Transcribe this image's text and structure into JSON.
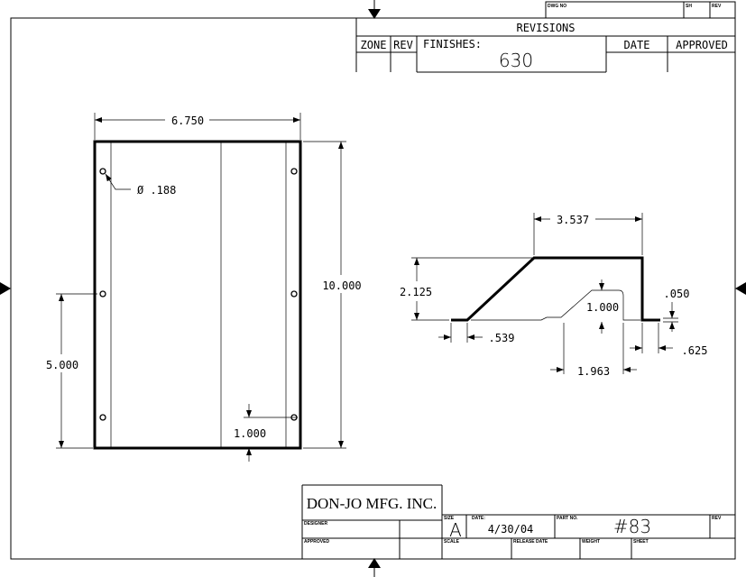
{
  "header": {
    "dwg_no_label": "DWG NO",
    "sh_label": "SH",
    "rev_label": "REV"
  },
  "revisions": {
    "title": "REVISIONS",
    "zone": "ZONE",
    "rev": "REV",
    "finishes_label": "FINISHES:",
    "finishes_value": "630",
    "date": "DATE",
    "approved": "APPROVED"
  },
  "plan_view": {
    "width_dim": "6.750",
    "height_dim": "10.000",
    "hole_offset_dim": "5.000",
    "edge_dim": "1.000",
    "hole_dia": "Ø .188"
  },
  "profile_view": {
    "top_width": "3.537",
    "height": "2.125",
    "inner_height": "1.000",
    "thickness": ".050",
    "left_flange": ".539",
    "inner_width": "1.963",
    "right_flange": ".625"
  },
  "title_block": {
    "company": "DON-JO MFG. INC.",
    "designer_label": "DESIGNER",
    "approved_label": "APPROVED",
    "size_label": "SIZE",
    "size_value": "A",
    "date_label": "DATE:",
    "date_value": "4/30/04",
    "part_no_label": "PART NO.",
    "part_no_value": "#83",
    "rev_label": "REV",
    "scale_label": "SCALE",
    "release_date_label": "RELEASE DATE",
    "weight_label": "WEIGHT",
    "sheet_label": "SHEET"
  }
}
